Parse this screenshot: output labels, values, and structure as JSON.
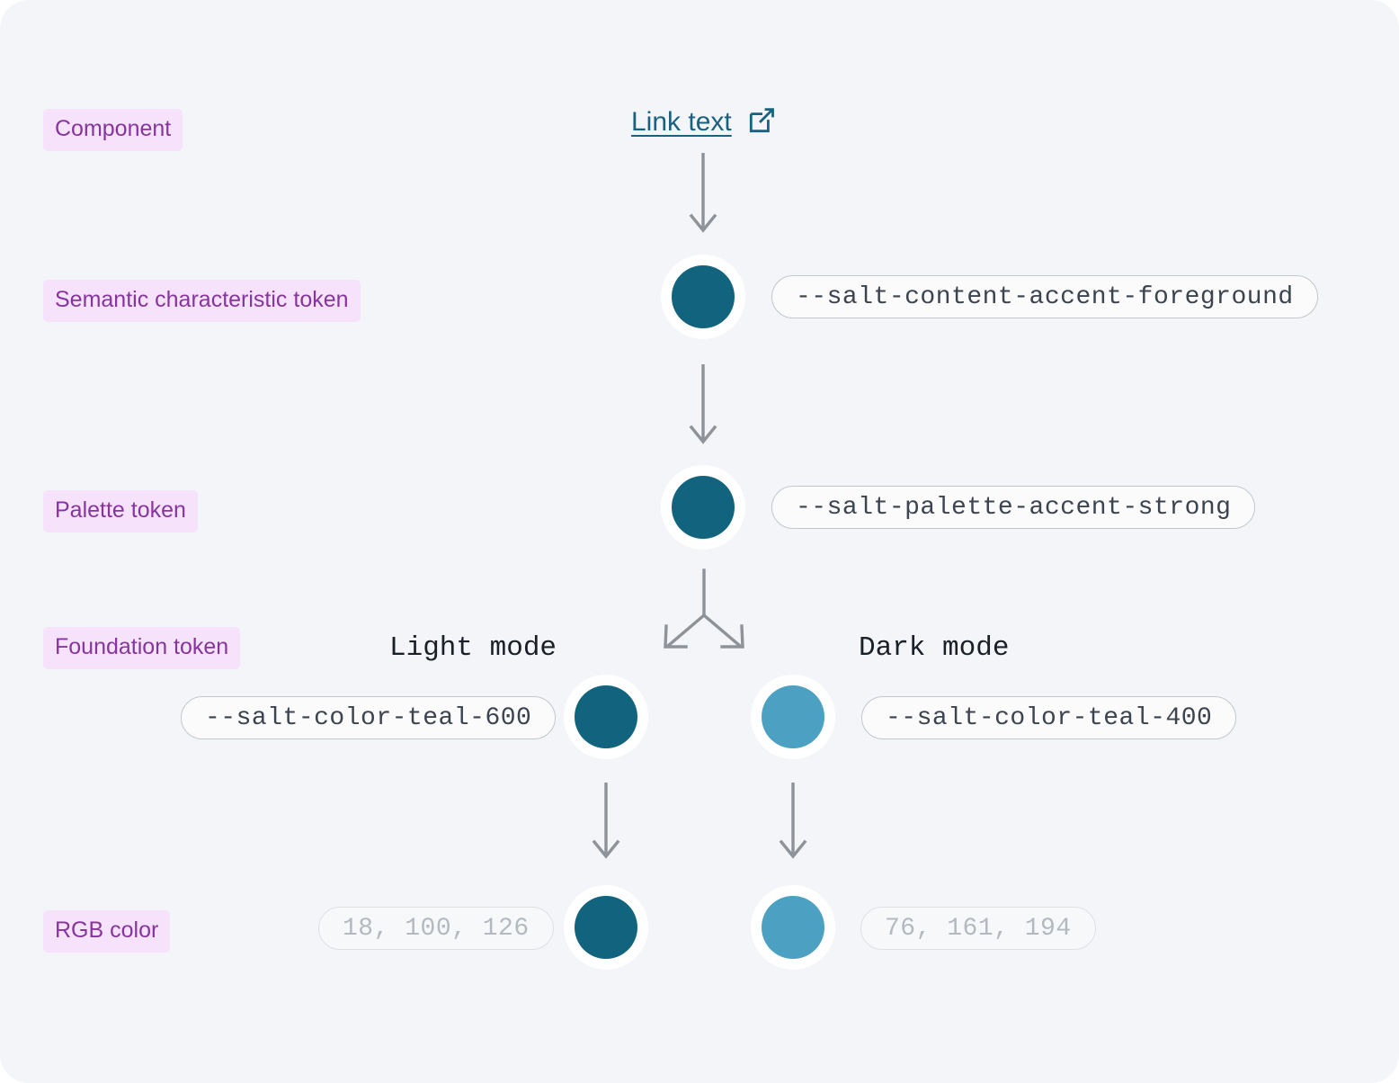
{
  "card": {
    "background": "#f4f5f8"
  },
  "rows": [
    {
      "key": "component",
      "label": "Component"
    },
    {
      "key": "semantic",
      "label": "Semantic characteristic token"
    },
    {
      "key": "palette",
      "label": "Palette token"
    },
    {
      "key": "foundation",
      "label": "Foundation token"
    },
    {
      "key": "rgb",
      "label": "RGB color"
    }
  ],
  "component": {
    "link_label": "Link text",
    "link_color": "#1a6080",
    "external_link_icon": "external-link-icon"
  },
  "semantic": {
    "token": "--salt-content-accent-foreground",
    "swatch_color": "#12647e"
  },
  "palette": {
    "token": "--salt-palette-accent-strong",
    "swatch_color": "#12647e"
  },
  "foundation": {
    "light": {
      "mode_label": "Light mode",
      "token": "--salt-color-teal-600",
      "swatch_color": "#12647e"
    },
    "dark": {
      "mode_label": "Dark mode",
      "token": "--salt-color-teal-400",
      "swatch_color": "#4ca1c2"
    }
  },
  "rgb": {
    "light": {
      "value": "18, 100, 126",
      "swatch_color": "#12647e"
    },
    "dark": {
      "value": "76, 161, 194",
      "swatch_color": "#4ca1c2"
    }
  },
  "arrows": {
    "color": "#8e9399",
    "component_to_semantic": "arrow-down",
    "semantic_to_palette": "arrow-down",
    "palette_to_foundation": "arrow-fork-down",
    "light_to_rgb": "arrow-down",
    "dark_to_rgb": "arrow-down"
  },
  "badge_style": {
    "background": "#f6e3fb",
    "text_color": "#87359e"
  }
}
